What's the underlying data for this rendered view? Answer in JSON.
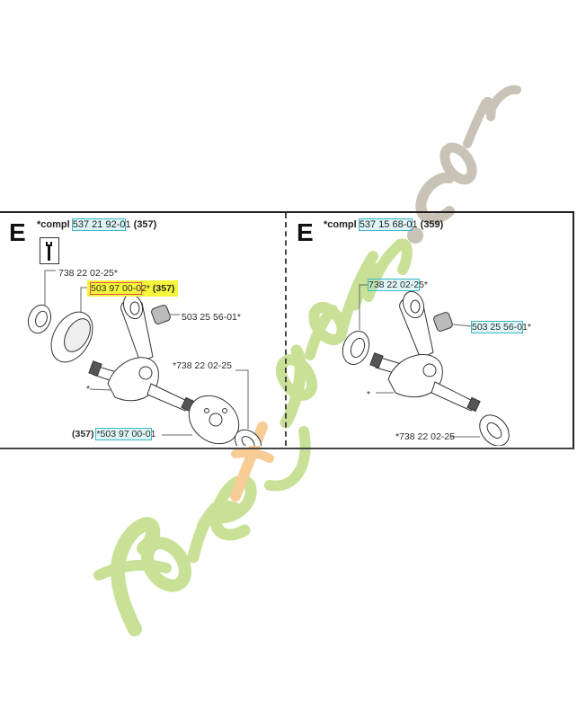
{
  "watermark": {
    "text": "foretjardin.com",
    "parts": [
      "fore",
      "t",
      "jardin",
      ".com"
    ],
    "colors": {
      "green": "#c5e08e",
      "orange": "#f7cb92",
      "gray": "#c9c2b6"
    }
  },
  "panels": [
    {
      "section": "E",
      "compl_prefix": "*compl",
      "compl_part_highlight": "537 21 92-0",
      "compl_part_tail": "1",
      "compl_ref": "(357)",
      "tool_icon": "wrench-icon",
      "labels": {
        "bearing_top": "738 22 02-25*",
        "flywheel_half_highlight": "503 97 00-0",
        "flywheel_half_tail": "2*",
        "flywheel_half_ref": "(357)",
        "needle_bearing": "503 25 56-01*",
        "bearing_right": "*738 22 02-25",
        "crankshaft": "*",
        "flywheel_bottom_ref": "(357)",
        "flywheel_bottom_highlight": "*503 97 00-0",
        "flywheel_bottom_tail": "1"
      }
    },
    {
      "section": "E",
      "compl_prefix": "*compl",
      "compl_part_highlight": "537 15 68-0",
      "compl_part_tail": "1",
      "compl_ref": "(359)",
      "labels": {
        "bearing_top_highlight": "738 22 02-2",
        "bearing_top_tail": "5*",
        "needle_bearing_highlight": "503 25 56-0",
        "needle_bearing_tail": "1*",
        "crankshaft": "*",
        "bearing_bottom": "*738 22 02-25"
      }
    }
  ]
}
